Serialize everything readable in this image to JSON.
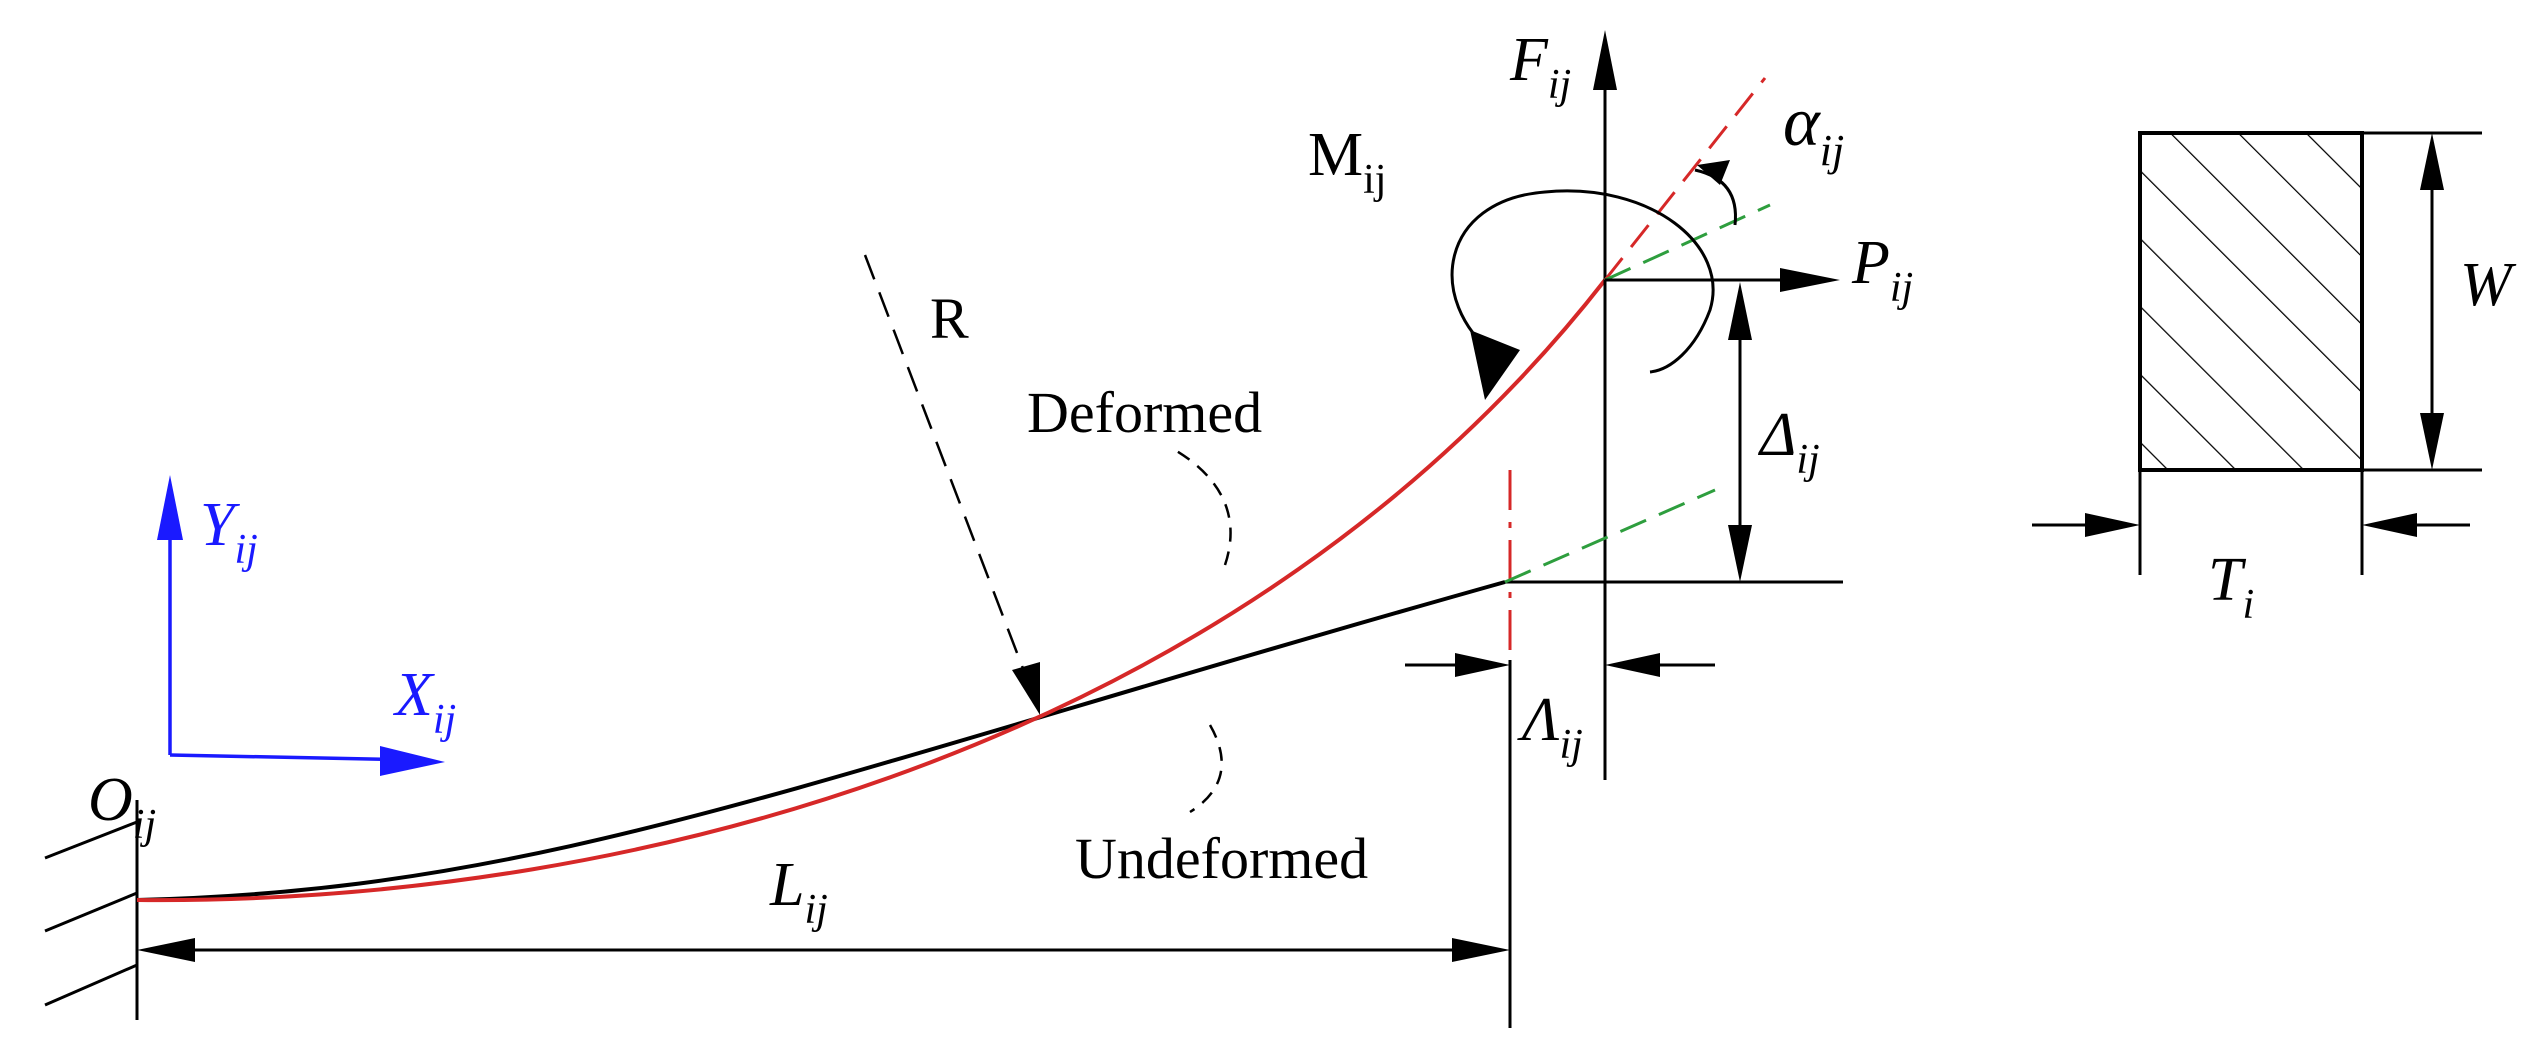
{
  "labels": {
    "radius": "R",
    "deformed": "Deformed",
    "undeformed": "Undeformed",
    "force_vertical": {
      "main": "F",
      "sub": "ij"
    },
    "force_horizontal": {
      "main": "P",
      "sub": "ij"
    },
    "moment": {
      "main": "M",
      "sub": "ij"
    },
    "angle": {
      "main": "α",
      "sub": "ij"
    },
    "deflection_vertical": {
      "main": "Δ",
      "sub": "ij"
    },
    "deflection_horizontal": {
      "main": "Λ",
      "sub": "ij"
    },
    "length": {
      "main": "L",
      "sub": "ij"
    },
    "origin": {
      "main": "O",
      "sub": "ij"
    },
    "axis_x": {
      "main": "X",
      "sub": "ij"
    },
    "axis_y": {
      "main": "Y",
      "sub": "ij"
    },
    "width": "W",
    "thickness": {
      "main": "T",
      "sub": "i"
    }
  },
  "colors": {
    "deformed_curve": "#d62828",
    "undeformed_curve": "#000000",
    "axes": "#1a1aff",
    "tangent_lines": "#2e9e3e",
    "construction": "#000000"
  }
}
